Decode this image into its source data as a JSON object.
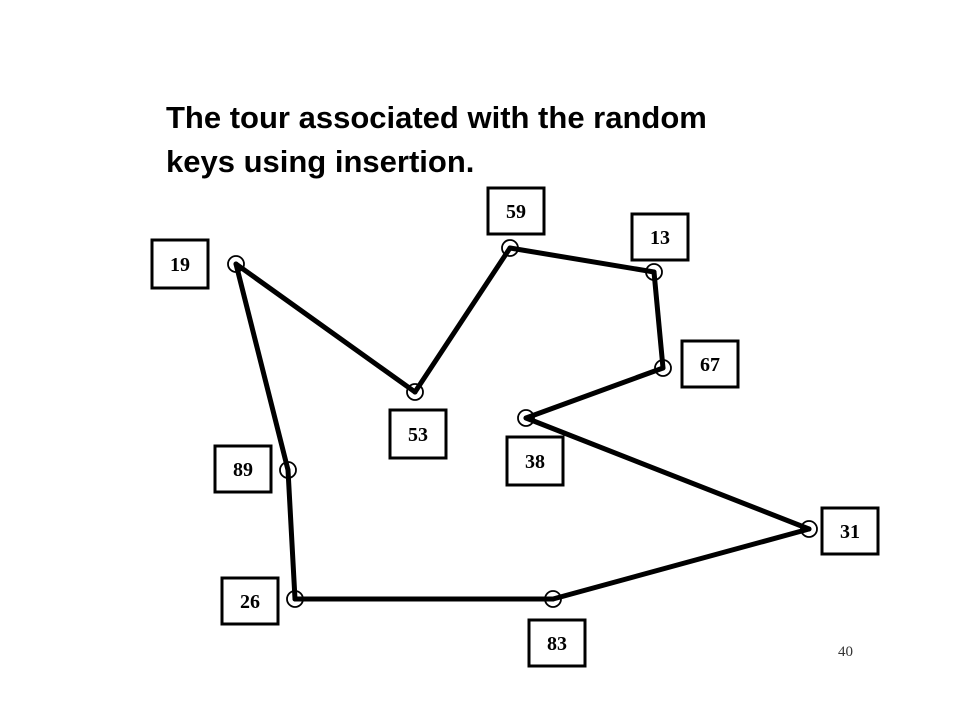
{
  "title": {
    "line1": "The tour associated with the random",
    "line2": "keys using insertion."
  },
  "nodes": [
    "19",
    "53",
    "59",
    "13",
    "67",
    "38",
    "31",
    "83",
    "26",
    "89"
  ],
  "tour_order": [
    "19",
    "53",
    "59",
    "13",
    "67",
    "38",
    "31",
    "83",
    "26",
    "89",
    "19"
  ],
  "page_number": "40",
  "colors": {
    "line": "#000000",
    "background": "#ffffff"
  }
}
